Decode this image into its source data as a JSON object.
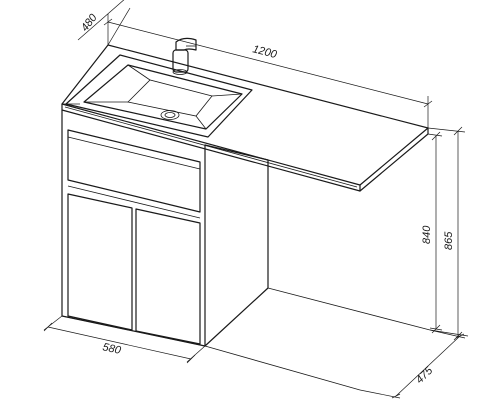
{
  "drawing": {
    "dimensions": {
      "width_total": "1200",
      "depth_top": "480",
      "height_total": "865",
      "height_inner": "840",
      "cabinet_width": "580",
      "depth_bottom": "475"
    },
    "colors": {
      "line": "#1a1a1a",
      "background": "#ffffff"
    }
  }
}
